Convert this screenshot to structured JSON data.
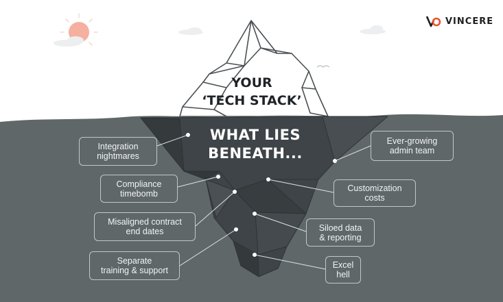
{
  "brand": {
    "name": "VINCERE",
    "accent": "#e8542b"
  },
  "headline": {
    "line1": "YOUR",
    "line2": "‘TECH STACK’"
  },
  "subheadline": {
    "line1": "WHAT LIES",
    "line2": "BENEATH..."
  },
  "labels": {
    "integration": {
      "line1": "Integration",
      "line2": "nightmares"
    },
    "compliance": {
      "line1": "Compliance",
      "line2": "timebomb"
    },
    "misaligned": {
      "line1": "Misaligned contract",
      "line2": "end dates"
    },
    "separate": {
      "line1": "Separate",
      "line2": "training & support"
    },
    "admin": {
      "line1": "Ever-growing",
      "line2": "admin team"
    },
    "customization": {
      "line1": "Customization",
      "line2": "costs"
    },
    "siloed": {
      "line1": "Siloed data",
      "line2": "& reporting"
    },
    "excel": {
      "line1": "Excel",
      "line2": "hell"
    }
  },
  "colors": {
    "sky": "#ffffff",
    "water": "#5f6769",
    "iceberg_dark": "#3e4447",
    "sun": "#f5b0a0"
  }
}
